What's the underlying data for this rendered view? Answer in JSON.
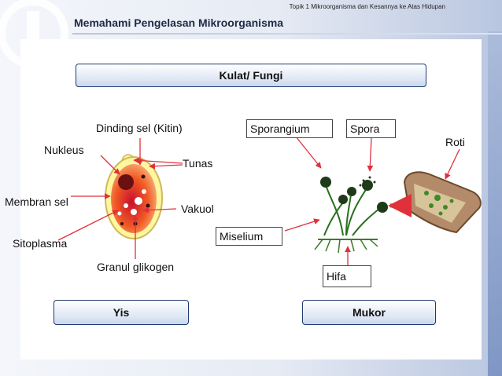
{
  "header": {
    "topic": "Topik 1 Mikroorganisma dan Kesannya ke Atas Hidupan",
    "title": "Memahami Pengelasan Mikroorganisma"
  },
  "banner": {
    "label": "Kulat/ Fungi"
  },
  "yeast": {
    "labels": {
      "wall": "Dinding sel (Kitin)",
      "nucleus": "Nukleus",
      "bud": "Tunas",
      "membrane": "Membran sel",
      "vacuole": "Vakuol",
      "cytoplasm": "Sitoplasma",
      "glycogen": "Granul glikogen"
    },
    "title": "Yis"
  },
  "mucor": {
    "labels": {
      "sporangium": "Sporangium",
      "spore": "Spora",
      "bread": "Roti",
      "mycelium": "Miselium",
      "hypha": "Hifa"
    },
    "title": "Mukor"
  },
  "colors": {
    "arrow": "#e0303c",
    "accent": "#1f3a6e"
  }
}
